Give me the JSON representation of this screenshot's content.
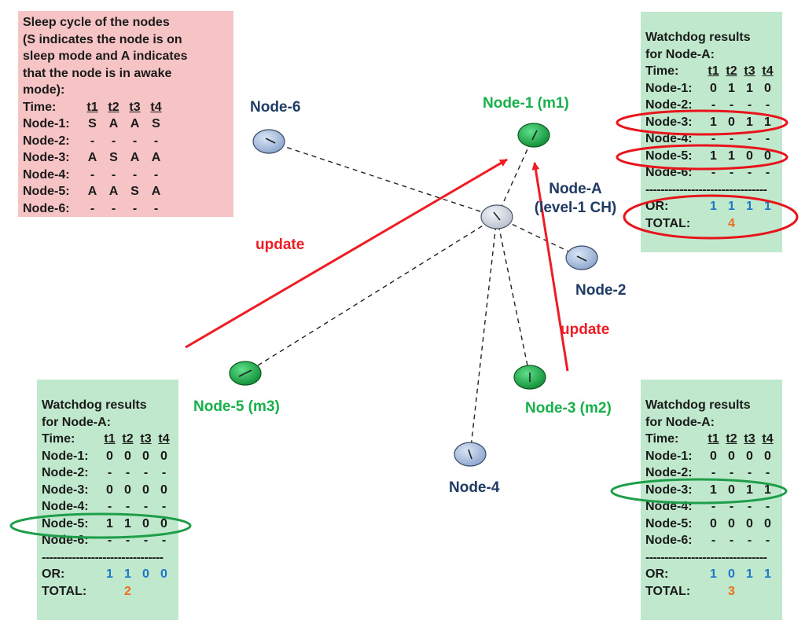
{
  "sleep_box": {
    "title_lines": [
      "Sleep cycle of the nodes",
      "(S indicates the node is on",
      "sleep mode and A indicates",
      "that the node is in awake",
      "mode):"
    ],
    "time_label": "Time:",
    "times": [
      "t1",
      "t2",
      "t3",
      "t4"
    ],
    "rows": [
      {
        "label": "Node-1:",
        "values": [
          "S",
          "A",
          "A",
          "S"
        ]
      },
      {
        "label": "Node-2:",
        "values": [
          "-",
          "-",
          "-",
          "-"
        ]
      },
      {
        "label": "Node-3:",
        "values": [
          "A",
          "S",
          "A",
          "A"
        ]
      },
      {
        "label": "Node-4:",
        "values": [
          "-",
          "-",
          "-",
          "-"
        ]
      },
      {
        "label": "Node-5:",
        "values": [
          "A",
          "A",
          "S",
          "A"
        ]
      },
      {
        "label": "Node-6:",
        "values": [
          "-",
          "-",
          "-",
          "-"
        ]
      }
    ]
  },
  "watchdog_top_right": {
    "title_lines": [
      "Watchdog results",
      "for Node-A:"
    ],
    "time_label": "Time:",
    "times": [
      "t1",
      "t2",
      "t3",
      "t4"
    ],
    "rows": [
      {
        "label": "Node-1:",
        "values": [
          "0",
          "1",
          "1",
          "0"
        ]
      },
      {
        "label": "Node-2:",
        "values": [
          "-",
          "-",
          "-",
          "-"
        ]
      },
      {
        "label": "Node-3:",
        "values": [
          "1",
          "0",
          "1",
          "1"
        ]
      },
      {
        "label": "Node-4:",
        "values": [
          "-",
          "-",
          "-",
          "-"
        ]
      },
      {
        "label": "Node-5:",
        "values": [
          "1",
          "1",
          "0",
          "0"
        ]
      },
      {
        "label": "Node-6:",
        "values": [
          "-",
          "-",
          "-",
          "-"
        ]
      }
    ],
    "separator": "--------------------------------",
    "or_label": "OR:",
    "or_values": [
      "1",
      "1",
      "1",
      "1"
    ],
    "total_label": "TOTAL:",
    "total_value": "4"
  },
  "watchdog_bottom_left": {
    "title_lines": [
      "Watchdog results",
      "for Node-A:"
    ],
    "time_label": "Time:",
    "times": [
      "t1",
      "t2",
      "t3",
      "t4"
    ],
    "rows": [
      {
        "label": "Node-1:",
        "values": [
          "0",
          "0",
          "0",
          "0"
        ]
      },
      {
        "label": "Node-2:",
        "values": [
          "-",
          "-",
          "-",
          "-"
        ]
      },
      {
        "label": "Node-3:",
        "values": [
          "0",
          "0",
          "0",
          "0"
        ]
      },
      {
        "label": "Node-4:",
        "values": [
          "-",
          "-",
          "-",
          "-"
        ]
      },
      {
        "label": "Node-5:",
        "values": [
          "1",
          "1",
          "0",
          "0"
        ]
      },
      {
        "label": "Node-6:",
        "values": [
          "-",
          "-",
          "-",
          "-"
        ]
      }
    ],
    "separator": "--------------------------------",
    "or_label": "OR:",
    "or_values": [
      "1",
      "1",
      "0",
      "0"
    ],
    "total_label": "TOTAL:",
    "total_value": "2"
  },
  "watchdog_bottom_right": {
    "title_lines": [
      "Watchdog results",
      "for Node-A:"
    ],
    "time_label": "Time:",
    "times": [
      "t1",
      "t2",
      "t3",
      "t4"
    ],
    "rows": [
      {
        "label": "Node-1:",
        "values": [
          "0",
          "0",
          "0",
          "0"
        ]
      },
      {
        "label": "Node-2:",
        "values": [
          "-",
          "-",
          "-",
          "-"
        ]
      },
      {
        "label": "Node-3:",
        "values": [
          "1",
          "0",
          "1",
          "1"
        ]
      },
      {
        "label": "Node-4:",
        "values": [
          "-",
          "-",
          "-",
          "-"
        ]
      },
      {
        "label": "Node-5:",
        "values": [
          "0",
          "0",
          "0",
          "0"
        ]
      },
      {
        "label": "Node-6:",
        "values": [
          "-",
          "-",
          "-",
          "-"
        ]
      }
    ],
    "separator": "--------------------------------",
    "or_label": "OR:",
    "or_values": [
      "1",
      "0",
      "1",
      "1"
    ],
    "total_label": "TOTAL:",
    "total_value": "3"
  },
  "nodes": {
    "node1": "Node-1 (m1)",
    "node2": "Node-2",
    "node3": "Node-3 (m2)",
    "node4": "Node-4",
    "node5": "Node-5 (m3)",
    "node6": "Node-6",
    "nodeA_line1": "Node-A",
    "nodeA_line2": "(level-1 CH)"
  },
  "arrows": {
    "update_left": "update",
    "update_right": "update"
  },
  "colors": {
    "sleep_box_bg": "#f7c4c6",
    "watchdog_box_bg": "#bfe8cc",
    "member_node": "#17b04a",
    "regular_node": "#a9bfe0",
    "cluster_head": "#d6dbe4",
    "arrow": "#ee1c24",
    "highlight_red": "#e8141c",
    "highlight_green": "#1f9e4a",
    "or_values": "#1c76c9",
    "total_value": "#ef6c1c",
    "label_navy": "#1f3b63"
  }
}
